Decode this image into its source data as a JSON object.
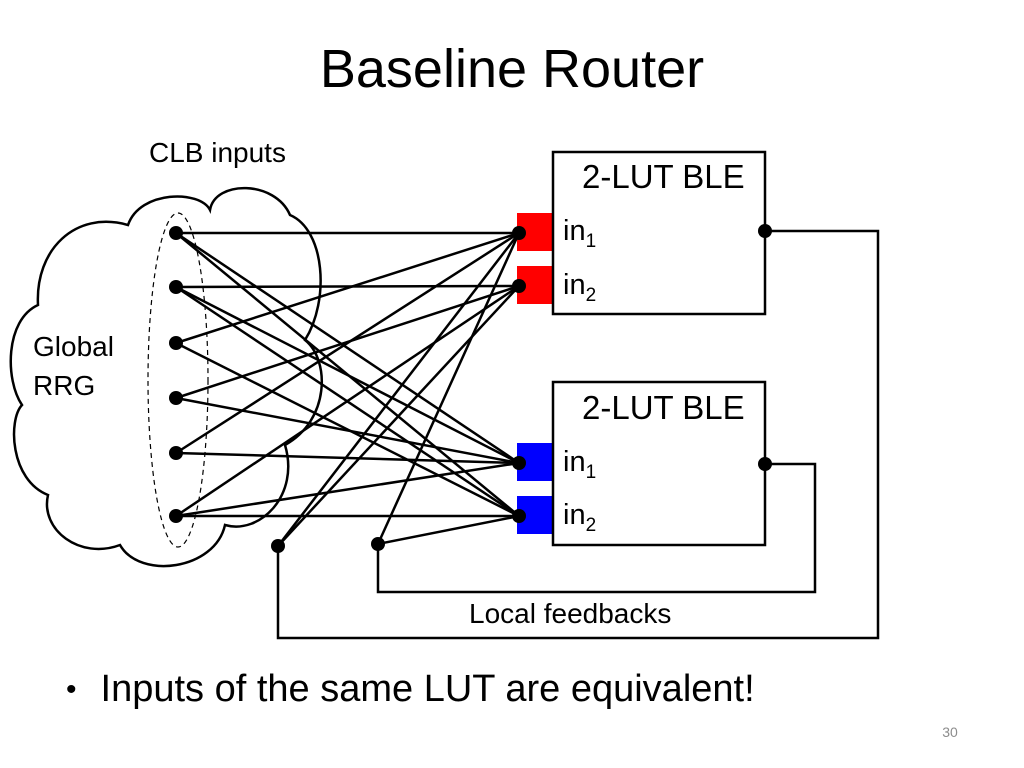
{
  "slide": {
    "title": "Baseline Router",
    "bullet": "Inputs of the same LUT are equivalent!",
    "page_number": "30"
  },
  "diagram": {
    "clb_inputs_label": "CLB inputs",
    "global_rrg_label_line1": "Global",
    "global_rrg_label_line2": "RRG",
    "local_feedbacks_label": "Local feedbacks",
    "ble_top": {
      "title": "2-LUT BLE",
      "in1_base": "in",
      "in1_sub": "1",
      "in2_base": "in",
      "in2_sub": "2",
      "pin_color": "#ff0000"
    },
    "ble_bottom": {
      "title": "2-LUT BLE",
      "in1_base": "in",
      "in1_sub": "1",
      "in2_base": "in",
      "in2_sub": "2",
      "pin_color": "#0000ff"
    }
  }
}
